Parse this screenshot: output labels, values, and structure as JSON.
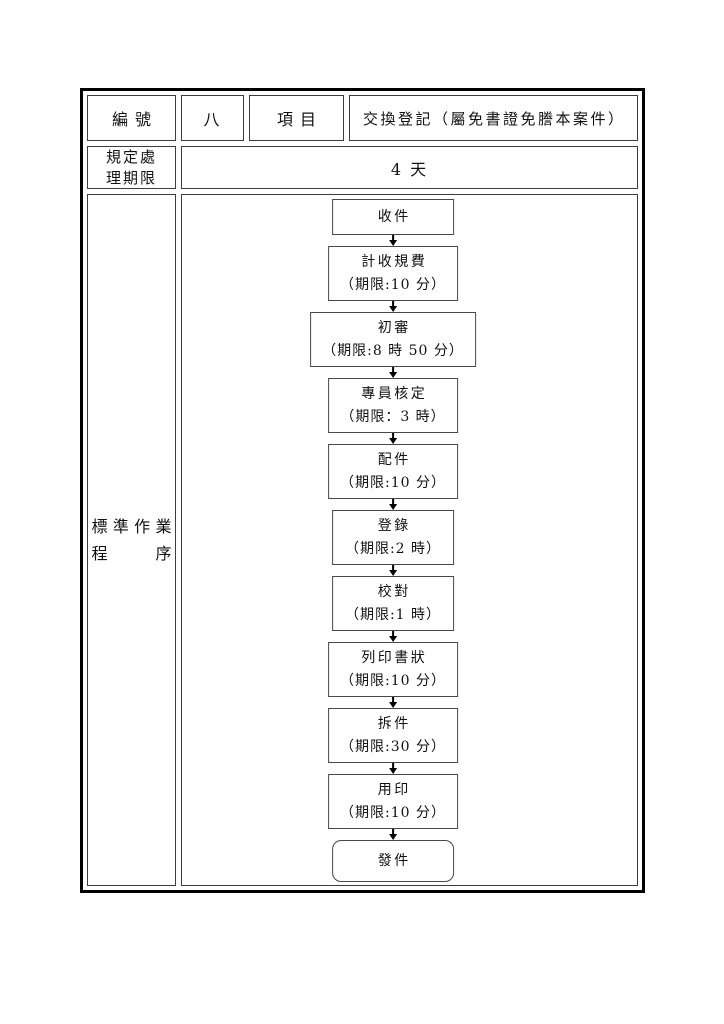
{
  "header": {
    "id_label": "編號",
    "id_value": "八",
    "item_label": "項目",
    "item_value": "交換登記（屬免書證免謄本案件）"
  },
  "deadline": {
    "label_line1": "規定處",
    "label_line2": "理期限",
    "value": "4 天"
  },
  "procedure": {
    "label_line1": "標準作業",
    "label_line2": "程序"
  },
  "flowchart": {
    "type": "flow",
    "direction": "top-down",
    "steps": [
      {
        "name": "收件",
        "duration": "",
        "shape": "rect"
      },
      {
        "name": "計收規費",
        "duration": "（期限:10 分）",
        "shape": "rect"
      },
      {
        "name": "初審",
        "duration": "（期限:8 時 50 分）",
        "shape": "rect"
      },
      {
        "name": "專員核定",
        "duration": "（期限：3 時）",
        "shape": "rect"
      },
      {
        "name": "配件",
        "duration": "（期限:10 分）",
        "shape": "rect"
      },
      {
        "name": "登錄",
        "duration": "（期限:2 時）",
        "shape": "rect"
      },
      {
        "name": "校對",
        "duration": "（期限:1 時）",
        "shape": "rect"
      },
      {
        "name": "列印書狀",
        "duration": "（期限:10 分）",
        "shape": "rect"
      },
      {
        "name": "拆件",
        "duration": "（期限:30 分）",
        "shape": "rect"
      },
      {
        "name": "用印",
        "duration": "（期限:10 分）",
        "shape": "rect"
      },
      {
        "name": "發件",
        "duration": "",
        "shape": "rounded"
      }
    ]
  }
}
